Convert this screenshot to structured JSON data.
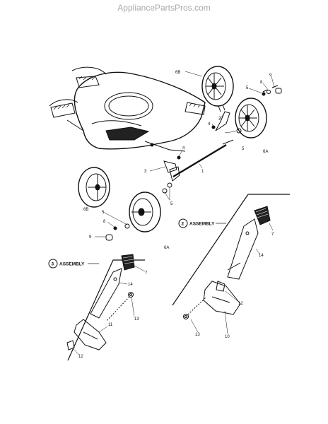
{
  "watermark": "AppliancePartsPros.com",
  "colors": {
    "ink": "#111111",
    "watermark": "#a9a9a9",
    "background": "#ffffff"
  },
  "labels": {
    "l6B_top": "6B",
    "l9_top": "9",
    "l8_top": "8",
    "l5_top": "5",
    "l2_top": "2",
    "l4_mid": "4",
    "l5_mid": "5",
    "l6A_right": "6A",
    "l4_left": "4",
    "l3": "3",
    "l1": "1",
    "l5_lower": "5",
    "l6B_left": "6B",
    "l5_left": "5",
    "l8_left": "8",
    "l9_left": "9",
    "l6A_bottom": "6A",
    "r7": "7",
    "r14": "14",
    "r12": "12",
    "r13": "13",
    "r10": "10",
    "lf7": "7",
    "lf14": "14",
    "lf13": "13",
    "lf11": "11",
    "lf12": "12"
  },
  "assembly_right": {
    "number": "2",
    "text": "ASSEMBLY"
  },
  "assembly_left": {
    "number": "3",
    "text": "ASSEMBLY"
  }
}
